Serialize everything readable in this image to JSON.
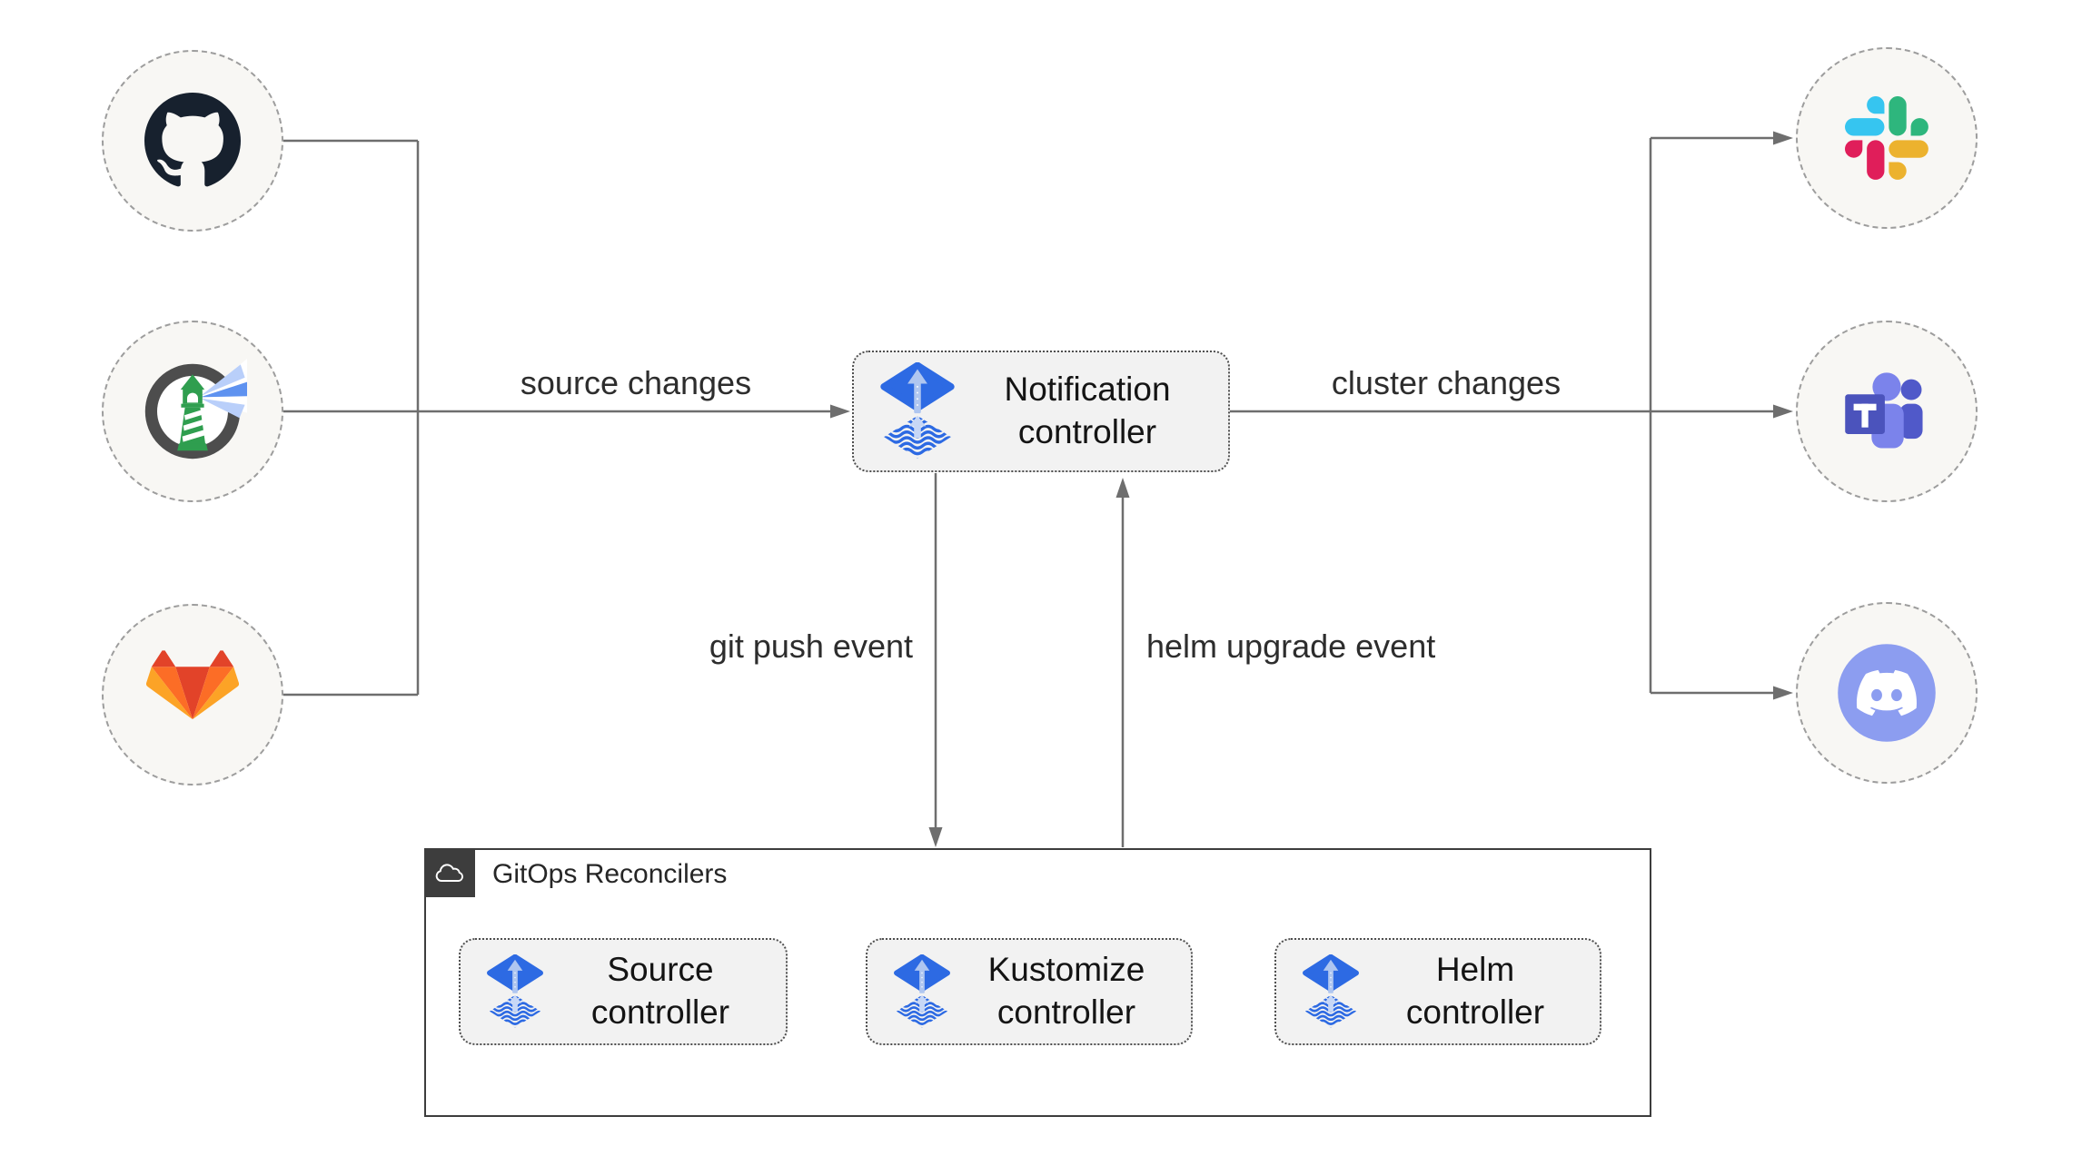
{
  "diagram": {
    "kind": "flux-notification-architecture"
  },
  "sources": [
    {
      "id": "github",
      "icon": "github-icon"
    },
    {
      "id": "harbor",
      "icon": "harbor-icon"
    },
    {
      "id": "gitlab",
      "icon": "gitlab-icon"
    }
  ],
  "targets": [
    {
      "id": "slack",
      "icon": "slack-icon"
    },
    {
      "id": "teams",
      "icon": "teams-icon"
    },
    {
      "id": "discord",
      "icon": "discord-icon"
    }
  ],
  "notification": {
    "line1": "Notification",
    "line2": "controller",
    "icon": "flux-icon"
  },
  "reconcilers": {
    "label": "GitOps Reconcilers",
    "icon": "cloud-icon",
    "controllers": [
      {
        "line1": "Source",
        "line2": "controller",
        "icon": "flux-icon"
      },
      {
        "line1": "Kustomize",
        "line2": "controller",
        "icon": "flux-icon"
      },
      {
        "line1": "Helm",
        "line2": "controller",
        "icon": "flux-icon"
      }
    ]
  },
  "edges": {
    "source_changes": "source changes",
    "cluster_changes": "cluster changes",
    "git_push_event": "git push event",
    "helm_upgrade_event": "helm upgrade event"
  },
  "colors": {
    "flux_blue": "#2d6ae3",
    "flux_arrow_light": "#afc6f0",
    "line_gray": "#6e6e6e",
    "box_fill": "#f2f2f2",
    "circle_fill": "#f8f7f4",
    "container_border": "#3d3d3d",
    "gitlab_red": "#e24329",
    "gitlab_orange": "#fc6d26",
    "gitlab_yellow": "#fca326",
    "slack_blue": "#36c5f0",
    "slack_green": "#2eb67d",
    "slack_yellow": "#ecb22e",
    "slack_pink": "#e01e5a",
    "teams_purple": "#4b53bc",
    "discord_periwinkle": "#8c9df0",
    "harbor_green": "#2f9e4f"
  }
}
